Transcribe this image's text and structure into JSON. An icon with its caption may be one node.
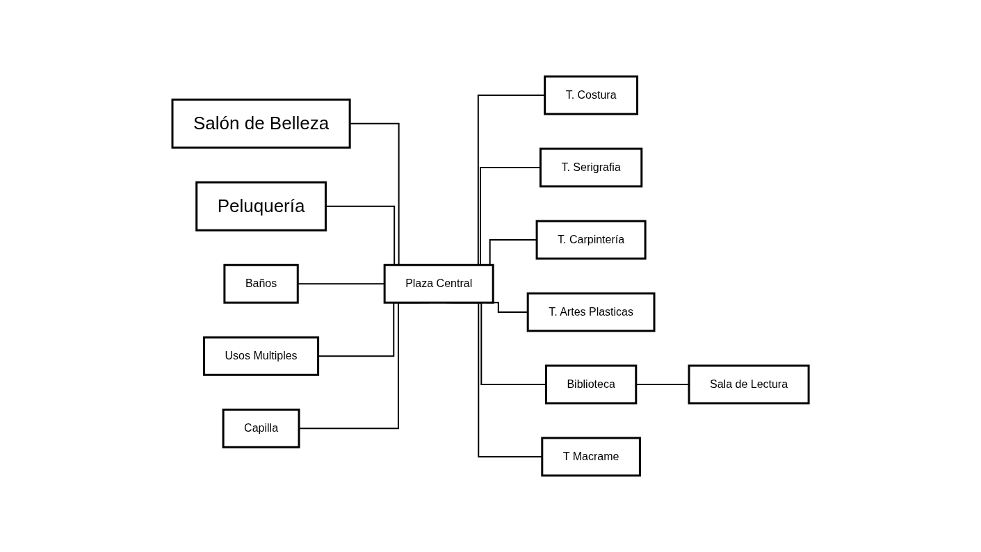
{
  "diagram": {
    "nodes": [
      {
        "text": [
          "Salón de Belleza"
        ]
      },
      {
        "text": [
          "T. Costura"
        ]
      },
      {
        "text": [
          "Peluquería"
        ]
      },
      {
        "text": [
          "T. Serigrafia"
        ]
      },
      {
        "text": [
          "Baños"
        ]
      },
      {
        "text": [
          "Plaza Central"
        ]
      },
      {
        "text": [
          "T. Carpintería"
        ]
      },
      {
        "text": [
          "Usos Multiples"
        ]
      },
      {
        "text": [
          "T. Artes Plasticas"
        ]
      },
      {
        "text": [
          "Biblioteca"
        ]
      },
      {
        "text": [
          "Capilla"
        ]
      },
      {
        "text": [
          "T Macrame"
        ]
      },
      {
        "text": [
          "Sala de Lectura"
        ]
      }
    ],
    "edges": [
      {
        "from": 0,
        "to": 5,
        "arrow": "none"
      },
      {
        "from": 5,
        "to": 1,
        "arrow": "none"
      },
      {
        "from": 2,
        "to": 5,
        "arrow": "none"
      },
      {
        "from": 5,
        "to": 3,
        "arrow": "none"
      },
      {
        "from": 4,
        "to": 5,
        "arrow": "none"
      },
      {
        "from": 5,
        "to": 6,
        "arrow": "none"
      },
      {
        "from": 7,
        "to": 5,
        "arrow": "none"
      },
      {
        "from": 5,
        "to": 8,
        "arrow": "none"
      },
      {
        "from": 5,
        "to": 9,
        "arrow": "none"
      },
      {
        "from": 10,
        "to": 5,
        "arrow": "none"
      },
      {
        "from": 5,
        "to": 11,
        "arrow": "none"
      },
      {
        "from": 9,
        "to": 12,
        "arrow": "none"
      }
    ]
  }
}
